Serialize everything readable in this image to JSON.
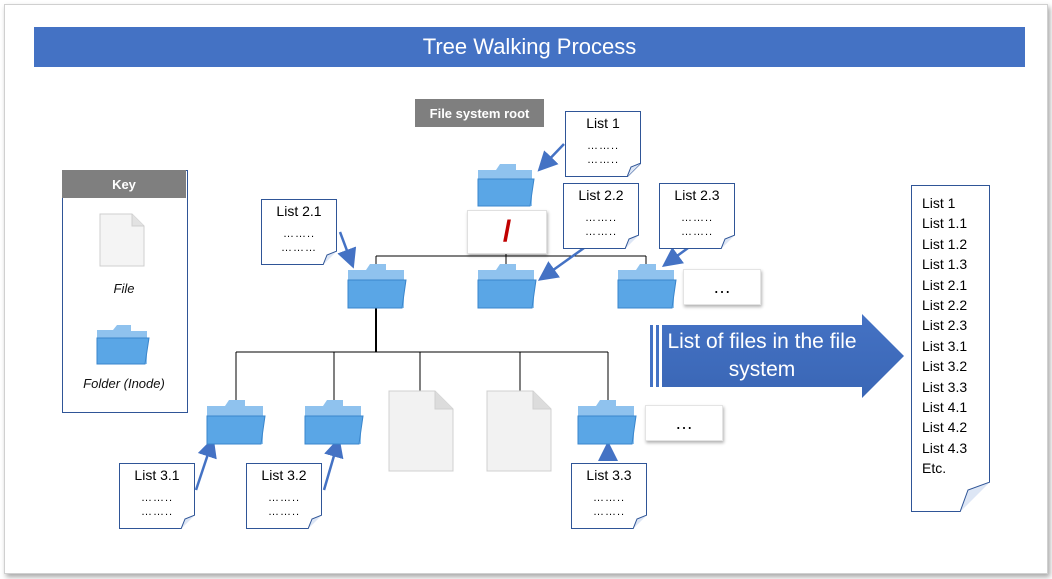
{
  "title": "Tree Walking Process",
  "root_label": "File system root",
  "root_symbol": "/",
  "key": {
    "title": "Key",
    "file_label": "File",
    "folder_label": "Folder (Inode)"
  },
  "notes": {
    "list1": "List 1",
    "list21": "List 2.1",
    "list22": "List 2.2",
    "list23": "List 2.3",
    "list31": "List 3.1",
    "list32": "List 3.2",
    "list33": "List 3.3",
    "dots": "……..",
    "dots2": "………"
  },
  "ellipsis": "…",
  "arrow_label": "List of files in the file system",
  "file_list": [
    "List 1",
    "List 1.1",
    "List 1.2",
    "List 1.3",
    "List 2.1",
    "List 2.2",
    "List 2.3",
    "List 3.1",
    "List 3.2",
    "List 3.3",
    "List 4.1",
    "List 4.2",
    "List 4.3",
    "Etc."
  ],
  "colors": {
    "title_bar": "#4472c4",
    "label_bar": "#7f7f7f",
    "connector": "#4472c4",
    "slash": "#c00000"
  },
  "icons": {
    "folder": "folder-icon",
    "file": "file-icon"
  }
}
